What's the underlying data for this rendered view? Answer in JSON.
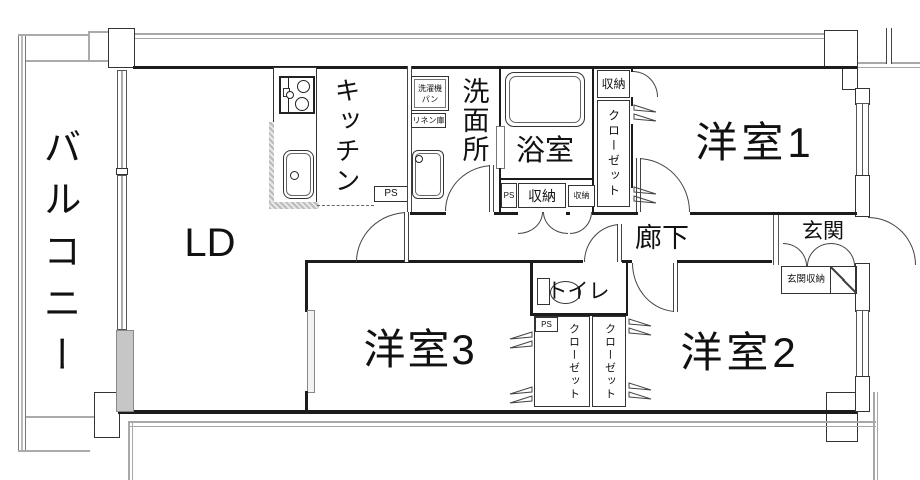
{
  "rooms": {
    "balcony": "バルコニー",
    "living_dining": "LD",
    "kitchen": "キッチン",
    "washroom": "洗面所",
    "bathroom": "浴室",
    "room1": "洋室1",
    "room2": "洋室2",
    "room3": "洋室3",
    "hallway": "廊下",
    "entrance": "玄関",
    "toilet": "トイレ"
  },
  "storage": {
    "closet_room1": "クローゼット",
    "closet_room2": "クローゼット",
    "closet_room3": "クローゼット",
    "storage_room1": "収納",
    "storage_hall": "収納",
    "storage_hall_small": "収納",
    "entrance_storage": "玄関収納",
    "linen": "リネン庫",
    "washer_pan_1": "洗濯機",
    "washer_pan_2": "パン"
  },
  "utility": {
    "ps_kitchen": "PS",
    "ps_bath": "PS",
    "ps_toilet": "PS"
  }
}
